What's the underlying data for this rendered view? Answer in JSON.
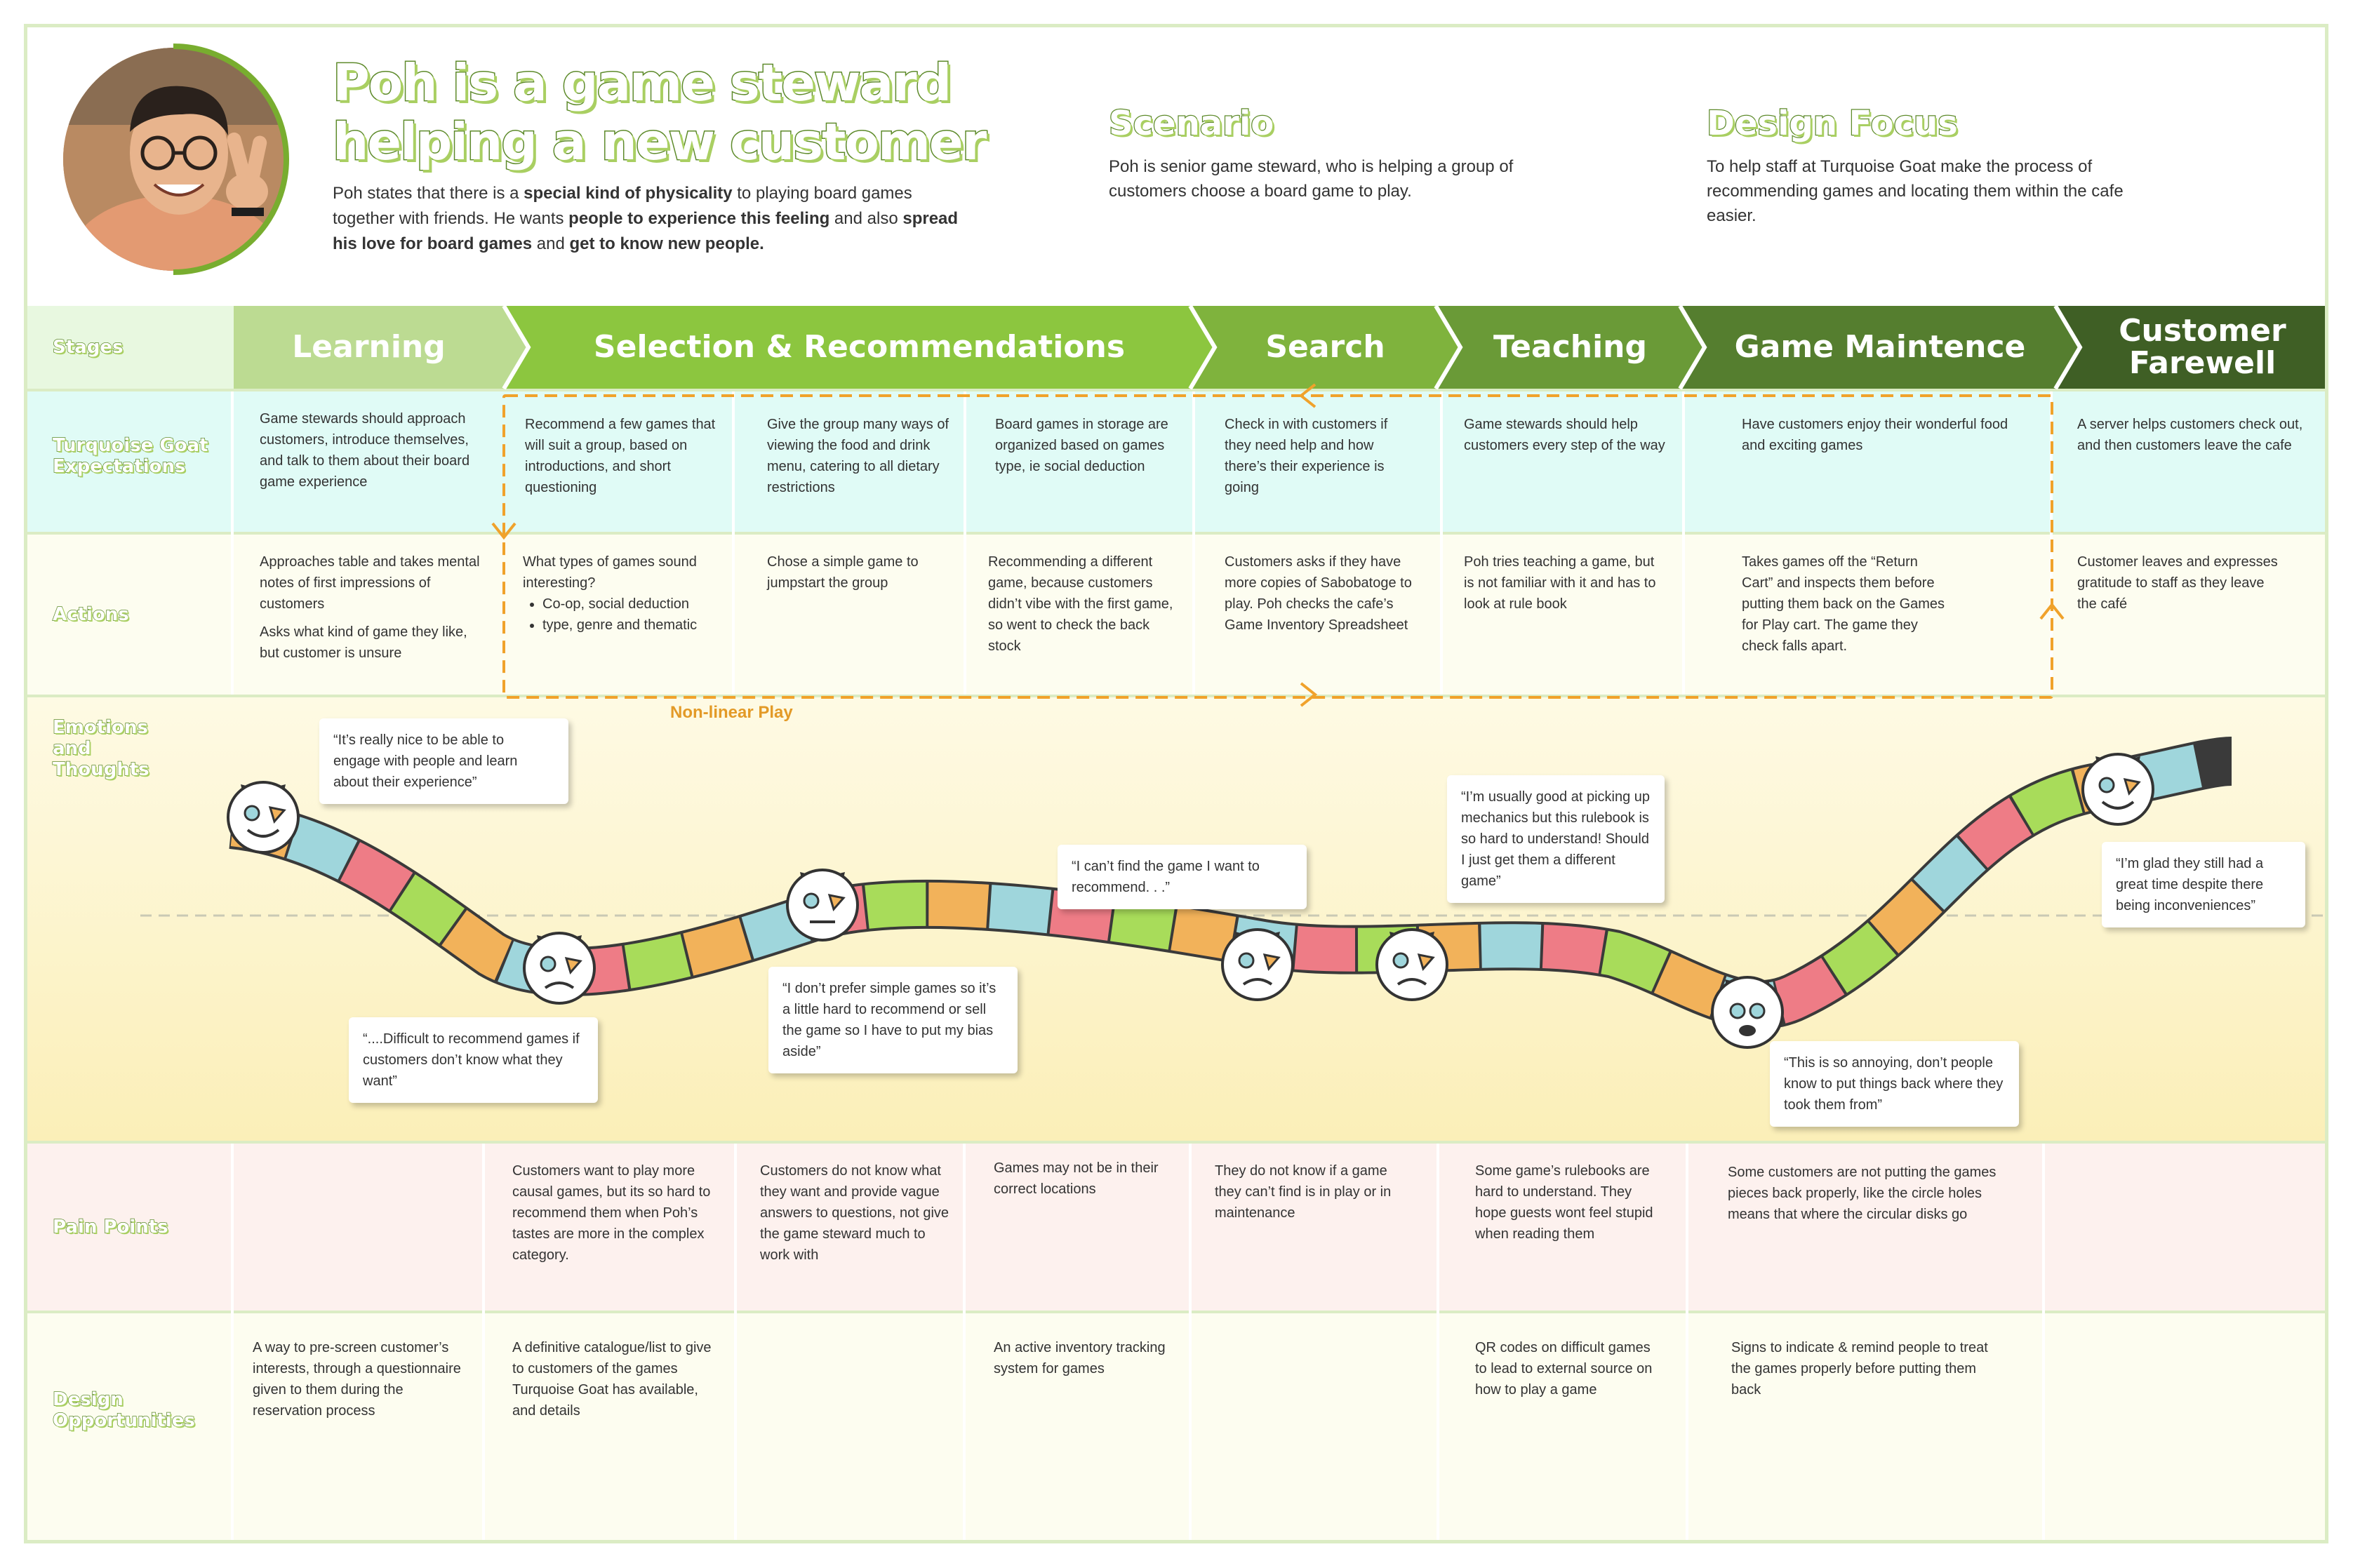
{
  "header": {
    "title_line1": "Poh is a game steward",
    "title_line2": "helping a new customer",
    "intro_parts": [
      "Poh states that there is a ",
      "special kind of physicality",
      " to playing board games together with friends. He wants ",
      "people to experience this feeling",
      " and also ",
      "spread his love for board games",
      " and ",
      "get to know new people."
    ],
    "scenario_title": "Scenario",
    "scenario_text": "Poh is senior game steward, who is helping a group of customers choose a board game to play.",
    "focus_title": "Design Focus",
    "focus_text": "To help staff at Turquoise Goat make the process of recommending games and locating them within the cafe easier."
  },
  "rows": {
    "stages": "Stages",
    "expectations": "Turquoise Goat Expectations",
    "actions": "Actions",
    "emotions": "Emotions and Thoughts",
    "pain": "Pain Points",
    "opportunities": "Design Opportunities"
  },
  "stages": [
    {
      "label": "Learning",
      "color": "#bcdb92"
    },
    {
      "label": "Selection & Recommendations",
      "color": "#8cc63f"
    },
    {
      "label": "Search",
      "color": "#7fb33d"
    },
    {
      "label": "Teaching",
      "color": "#6a9a37"
    },
    {
      "label": "Game Maintence",
      "color": "#557e2f"
    },
    {
      "label": "Customer Farewell",
      "color": "#3f5f25"
    }
  ],
  "expectations": [
    "Game stewards should approach customers, introduce themselves, and talk to them about their board game experience",
    "Recommend a few games that will suit a group, based on introductions, and short questioning",
    "Give the group many ways of viewing the food and drink menu, catering to all dietary restrictions",
    "Board games in storage are organized based on games type, ie social deduction",
    "Check in with customers if they need help and how there’s their experience is going",
    "Game stewards should help customers every step of the way",
    "Have customers enjoy their wonderful food and exciting games",
    "A server helps customers check out, and then customers leave the cafe"
  ],
  "actions": {
    "learning_1": "Approaches table and takes mental notes of first impressions of customers",
    "learning_2": "Asks what kind of game they like, but customer is unsure",
    "selection_intro": "What types of games sound interesting?",
    "selection_bullet_1": "Co-op, social deduction",
    "selection_bullet_2": "type, genre and thematic",
    "selection_2": "Chose a simple game to jumpstart the group",
    "selection_3": "Recommending a different game, because customers didn’t vibe with the first game, so went to check the back stock",
    "search": "Customers asks if they have more copies of Sabobatoge to play. Poh checks the cafe’s Game Inventory Spreadsheet",
    "teaching": "Poh tries teaching a game, but is not familiar with it and has to look at rule book",
    "maintenance": "Takes games off the “Return Cart” and inspects them before putting them back on the Games for Play cart. The game they check falls apart.",
    "farewell": "Customer leaves and expresses gratitude to staff as they leave the café"
  },
  "nonlinear_label": "Non-linear Play",
  "quotes": [
    "“It’s really nice to be able to engage with people and learn about their experience”",
    "“....Difficult to recommend games if customers don’t know what they want”",
    "“I don’t prefer simple games so it’s a little hard to recommend or sell the game so I have to put my bias aside”",
    "“I can’t find the game I want to recommend. . .”",
    "“I’m usually good at picking up mechanics but this rulebook is so hard to understand! Should I just get them a different game”",
    "“This is so annoying, don’t people know to put things back where they took them from”",
    "“I’m glad they still had a great time despite there being inconveniences”"
  ],
  "pain_points": [
    "",
    "Customers want to play more causal games, but its so hard to recommend them when Poh’s tastes are more in the complex category.",
    "Customers do not know what they want and provide vague answers to questions, not give the game steward much to work with",
    "Games may not be in their correct locations",
    "They do not know if a game they can’t find is in play or in maintenance",
    "Some game’s rulebooks are hard to understand. They hope guests wont feel stupid when reading them",
    "Some customers are not putting the games pieces back properly, like the circle holes means that where the circular disks go",
    ""
  ],
  "opportunities": [
    "A way to pre-screen customer’s interests, through a questionnaire given to them during the reservation process",
    "A definitive catalogue/list to give to customers of the games Turquoise Goat has available, and details",
    "",
    "An active inventory tracking system for games",
    "",
    "QR codes on difficult games to lead to external source on how to play a game",
    "Signs to indicate & remind people to treat the games properly before putting them back",
    ""
  ],
  "colors": {
    "green_dark": "#5d8a2a",
    "expectations_bg": "#e0fbf6",
    "emotions_bg": "#fdf5d2",
    "pain_bg": "#fdf1ee",
    "opportunity_bg": "#fdfdf0",
    "dash_orange": "#f0a22b",
    "path_colors": [
      "#f2b25a",
      "#9fd6dc",
      "#ee7c86",
      "#a8dc5a"
    ]
  }
}
